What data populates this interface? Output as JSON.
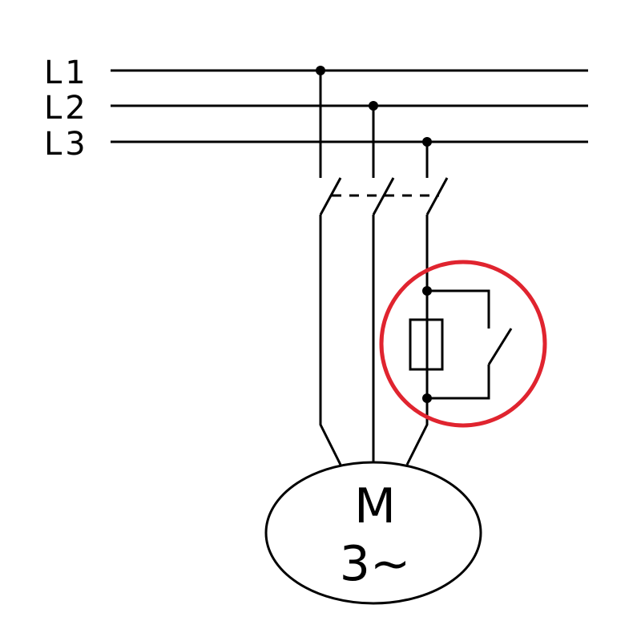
{
  "phases": [
    {
      "label": "L1"
    },
    {
      "label": "L2"
    },
    {
      "label": "L3"
    }
  ],
  "motor": {
    "symbol": "M",
    "type": "3~"
  },
  "colors": {
    "line": "#000000",
    "highlight": "#e0242f",
    "background": "#ffffff"
  }
}
